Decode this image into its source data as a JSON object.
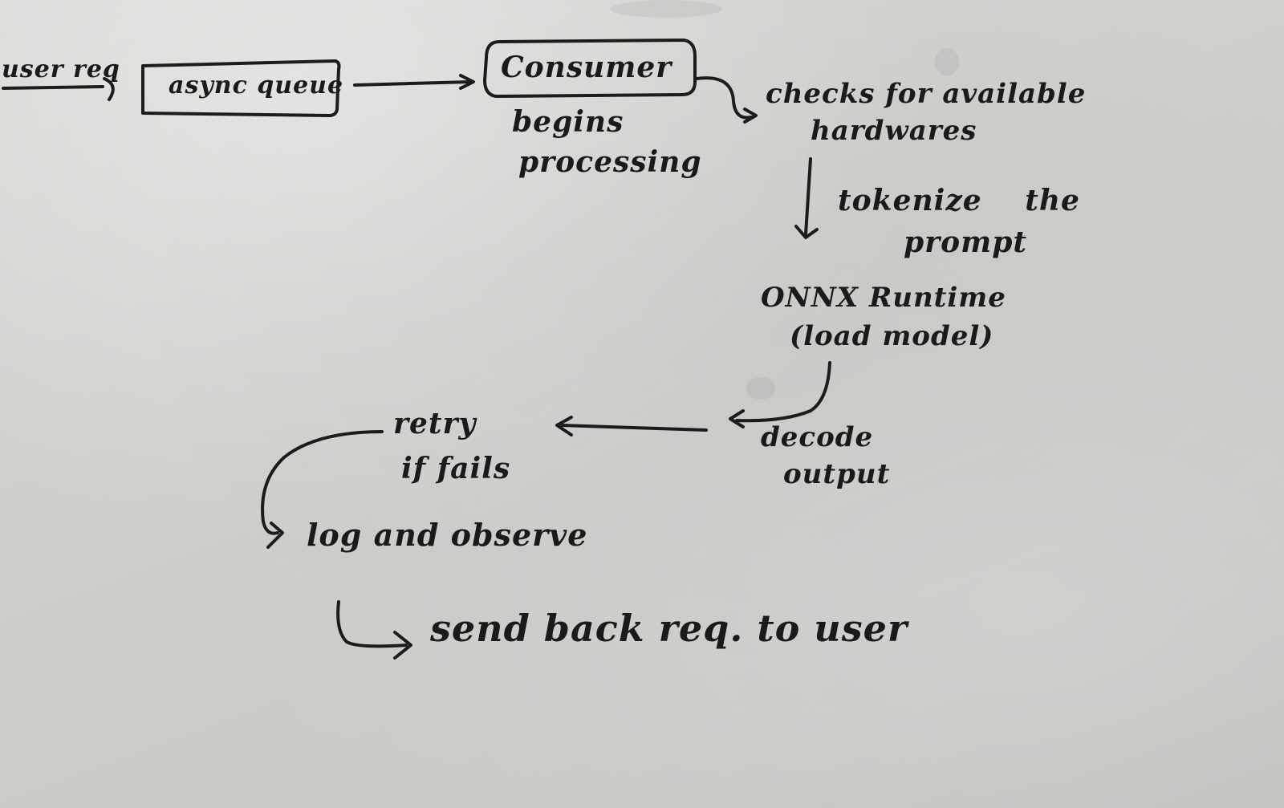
{
  "diagram": {
    "nodes": {
      "user_req": "user req",
      "async_queue": "async queue",
      "consumer": "Consumer",
      "begins": "begins",
      "processing": "processing",
      "checks_line1": "checks for available",
      "checks_line2": "hardwares",
      "tokenize_line1": "tokenize the",
      "tokenize_line2": "prompt",
      "onnx_line1": "ONNX Runtime",
      "onnx_line2": "(load model)",
      "decode_line1": "decode",
      "decode_line2": "output",
      "retry_line1": "retry",
      "retry_line2": "if fails",
      "log_observe": "log and observe",
      "send_back": "send back req. to user"
    },
    "colors": {
      "ink": "#1c1c1c",
      "whiteboard": "#cfd0cc"
    }
  }
}
